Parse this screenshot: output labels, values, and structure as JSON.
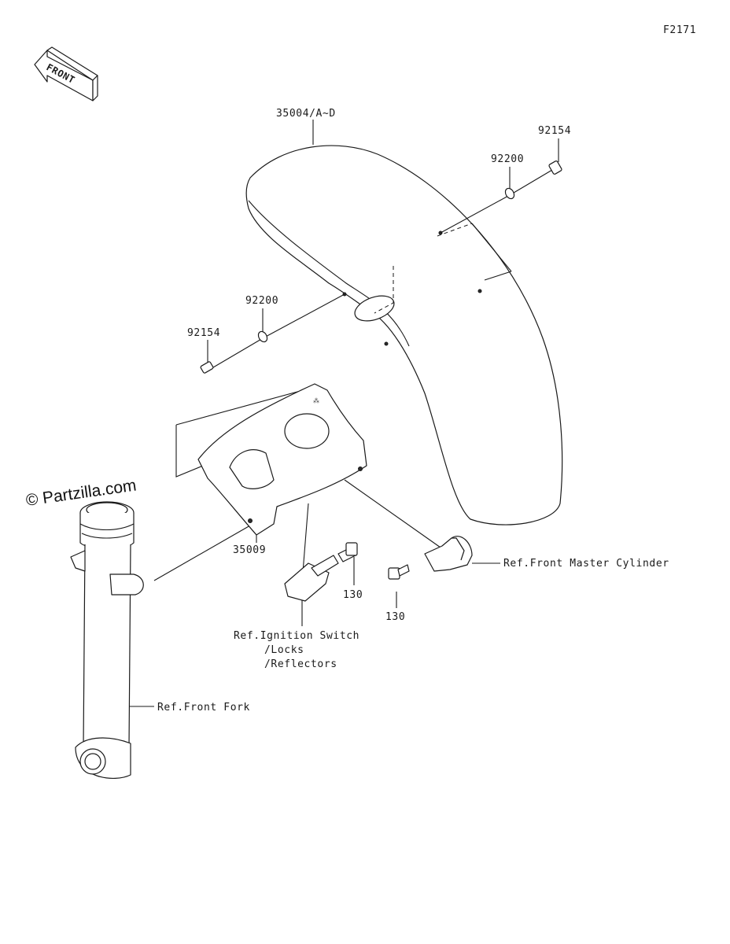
{
  "diagram_code": "F2171",
  "front_arrow_text": "FRONT",
  "watermark": "© Partzilla.com",
  "labels": {
    "fender": "35004/A~D",
    "bolt_top": "92154",
    "washer_top": "92200",
    "washer_left": "92200",
    "bolt_left": "92154",
    "bracket": "35009",
    "bolt_130_a": "130",
    "bolt_130_b": "130",
    "ref_master_cylinder": "Ref.Front Master Cylinder",
    "ref_ignition_line1": "Ref.Ignition Switch",
    "ref_ignition_line2": "/Locks",
    "ref_ignition_line3": "/Reflectors",
    "ref_front_fork": "Ref.Front Fork"
  },
  "colors": {
    "ink": "#1a1a1a",
    "paper": "#ffffff"
  }
}
